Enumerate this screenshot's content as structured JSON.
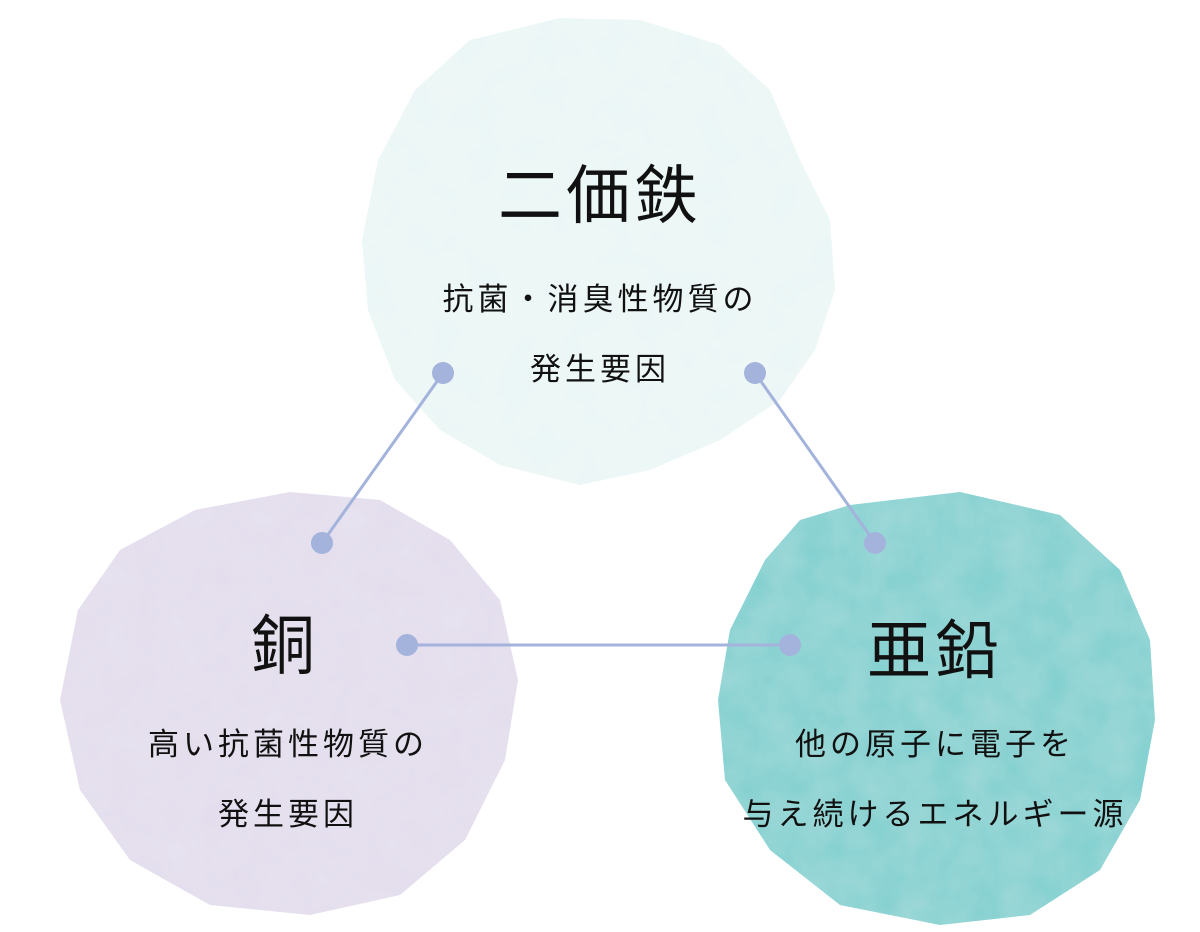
{
  "nodes": {
    "iron": {
      "title": "二価鉄",
      "lines": [
        "抗菌・消臭性物質の",
        "発生要因"
      ],
      "color": "#eaf6f5"
    },
    "copper": {
      "title": "銅",
      "lines": [
        "高い抗菌性物質の",
        "発生要因"
      ],
      "color": "#e2dcec"
    },
    "zinc": {
      "title": "亜鉛",
      "lines": [
        "他の原子に電子を",
        "与え続けるエネルギー源"
      ],
      "color": "#7fcfcf"
    }
  },
  "connector_color": "#a3b3dc"
}
